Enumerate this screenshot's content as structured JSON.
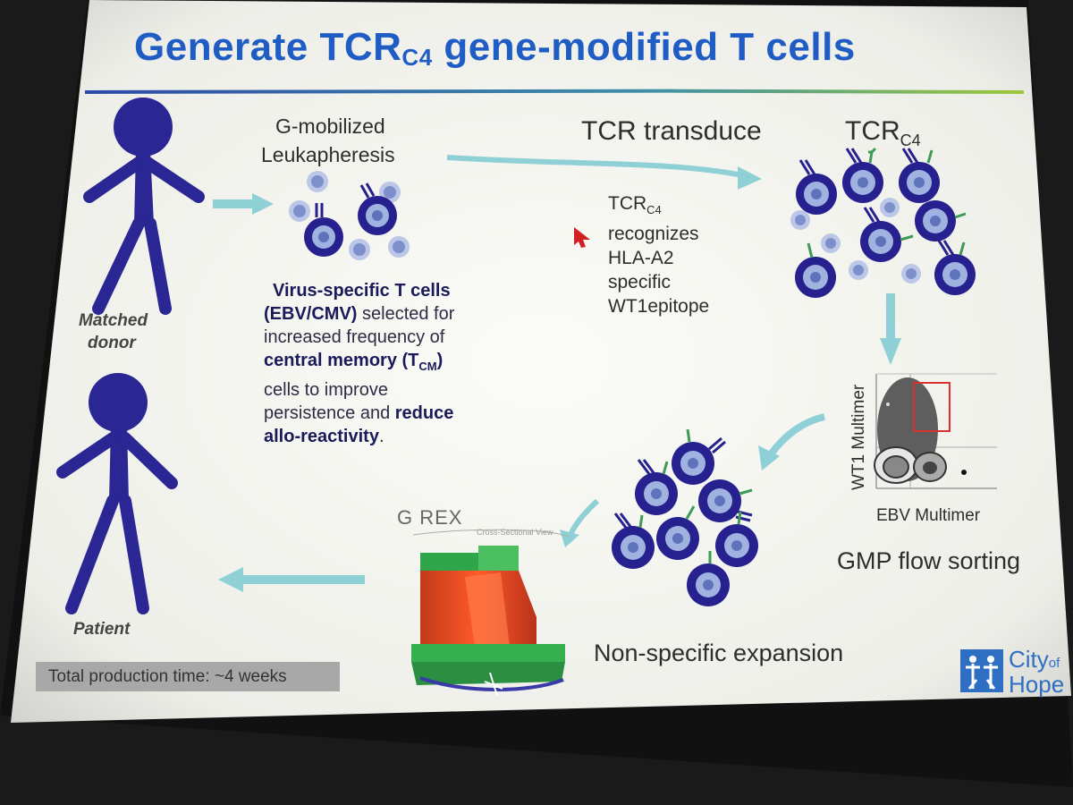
{
  "slide": {
    "title_main": "Generate TCR",
    "title_sub": "C4",
    "title_rest": " gene-modified T cells",
    "donor_label_1": "Matched",
    "donor_label_2": "donor",
    "patient_label": "Patient",
    "leuka_line1": "G-mobilized",
    "leuka_line2": "Leukapheresis",
    "transduce_label": "TCR transduce",
    "tcr_c4_main": "TCR",
    "tcr_c4_sub": "C4",
    "recog": {
      "tcr_main": "TCR",
      "tcr_sub": "C4",
      "line2": "recognizes",
      "line3": "HLA-A2",
      "line4": "specific",
      "line5": "WT1epitope"
    },
    "desc": {
      "bold1": "Virus-specific T cells",
      "bold2": "(EBV/CMV)",
      "t1": " selected for",
      "t2": "increased frequency of",
      "bold3": "central memory (T",
      "bold3_sub": "CM",
      "bold3_end": ")",
      "t3": "cells to improve",
      "t4": "persistence and ",
      "bold4": "reduce",
      "bold5": "allo-reactivity",
      "t5": "."
    },
    "flow_ylabel": "WT1 Multimer",
    "flow_xlabel": "EBV Multimer",
    "gmp_label": "GMP flow sorting",
    "expansion_label": "Non-specific expansion",
    "grex_logo": "G REX",
    "grex_caption": "Cross-Sectional View",
    "production_time": "Total production time: ~4 weeks",
    "logo_line1": "City",
    "logo_of": "of",
    "logo_line2": "Hope"
  },
  "colors": {
    "title": "#1f5cc4",
    "cell_dark": "#26218f",
    "cell_light": "#9fb2e0",
    "arrow": "#8fd0d6",
    "receptor_green": "#3f9a55"
  }
}
